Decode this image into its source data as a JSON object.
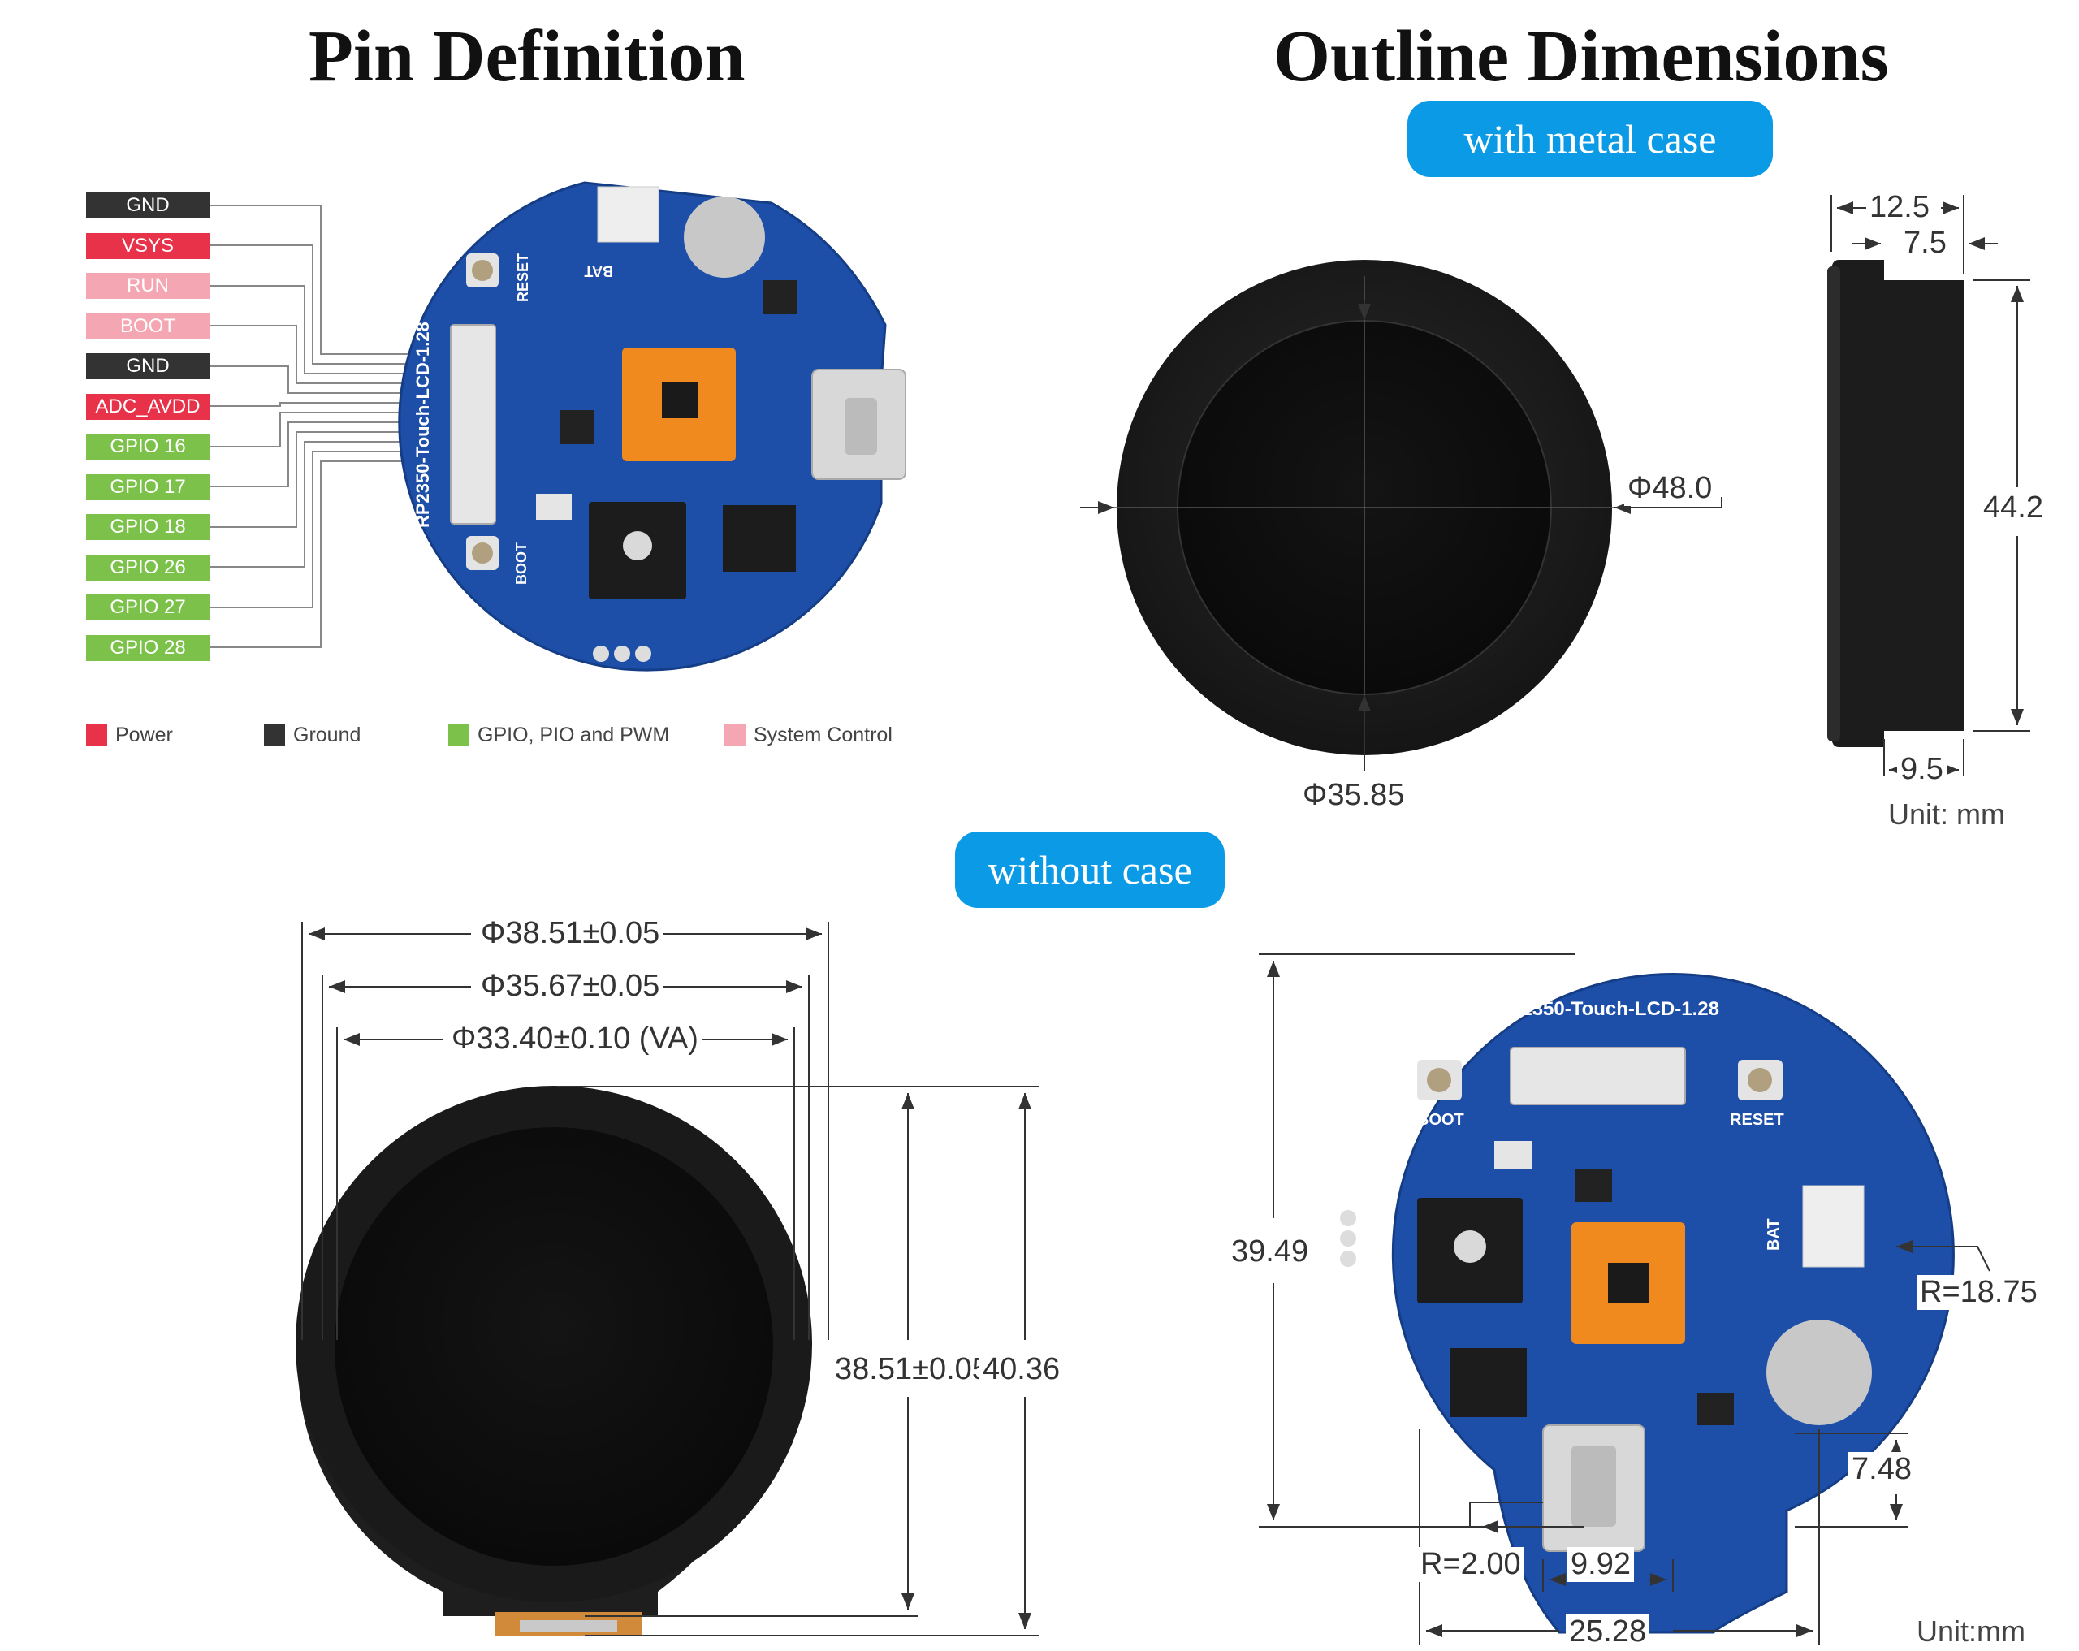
{
  "headings": {
    "pin_definition": "Pin Definition",
    "outline_dimensions": "Outline Dimensions"
  },
  "tags": {
    "metal_case": "with metal case",
    "no_case": "without case"
  },
  "pins": [
    {
      "label": "GND",
      "color": "#333333",
      "text_color": "#ffffff"
    },
    {
      "label": "VSYS",
      "color": "#e8324a",
      "text_color": "#ffffff"
    },
    {
      "label": "RUN",
      "color": "#f4a7b3",
      "text_color": "#ffffff"
    },
    {
      "label": "BOOT",
      "color": "#f4a7b3",
      "text_color": "#ffffff"
    },
    {
      "label": "GND",
      "color": "#333333",
      "text_color": "#ffffff"
    },
    {
      "label": "ADC_AVDD",
      "color": "#e8324a",
      "text_color": "#ffffff"
    },
    {
      "label": "GPIO 16",
      "color": "#7cc24a",
      "text_color": "#ffffff"
    },
    {
      "label": "GPIO 17",
      "color": "#7cc24a",
      "text_color": "#ffffff"
    },
    {
      "label": "GPIO 18",
      "color": "#7cc24a",
      "text_color": "#ffffff"
    },
    {
      "label": "GPIO 26",
      "color": "#7cc24a",
      "text_color": "#ffffff"
    },
    {
      "label": "GPIO 27",
      "color": "#7cc24a",
      "text_color": "#ffffff"
    },
    {
      "label": "GPIO 28",
      "color": "#7cc24a",
      "text_color": "#ffffff"
    }
  ],
  "legend": [
    {
      "label": "Power",
      "color": "#e8324a"
    },
    {
      "label": "Ground",
      "color": "#333333"
    },
    {
      "label": "GPIO, PIO and PWM",
      "color": "#7cc24a"
    },
    {
      "label": "System Control",
      "color": "#f4a7b3"
    }
  ],
  "board_labels": {
    "model": "RP2350-Touch-LCD-1.28",
    "reset": "RESET",
    "boot": "BOOT",
    "bat": "BAT"
  },
  "metal_case_dims": {
    "outer_diameter": "Φ48.0",
    "inner_diameter": "Φ35.85",
    "depth_total": "12.5",
    "depth_step": "7.5",
    "height": "44.2",
    "depth_base": "9.5",
    "unit": "Unit: mm"
  },
  "no_case_dims": {
    "d1": "Φ38.51±0.05",
    "d2": "Φ35.67±0.05",
    "d3": "Φ33.40±0.10 (VA)",
    "h1": "38.51±0.05",
    "h2": "40.36",
    "board_height": "39.49",
    "radius_board": "R=18.75",
    "radius_corner": "R=2.00",
    "usb_width": "9.92",
    "usb_height": "7.48",
    "base_width": "25.28",
    "unit": "Unit:mm"
  },
  "colors": {
    "pill": "#0a9ae6",
    "pcb": "#1d4fa8",
    "screen": "#111111"
  }
}
